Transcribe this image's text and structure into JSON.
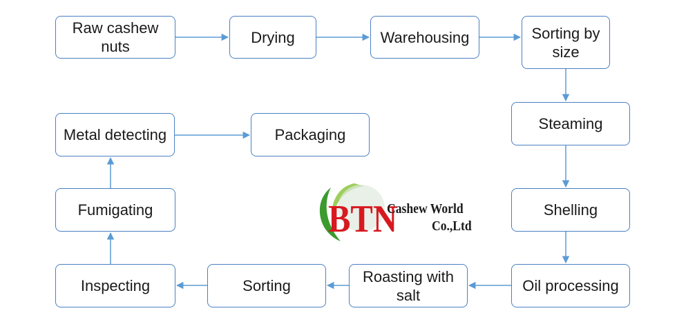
{
  "nodes": {
    "raw": "Raw cashew nuts",
    "drying": "Drying",
    "warehousing": "Warehousing",
    "sorting_size": "Sorting by size",
    "steaming": "Steaming",
    "shelling": "Shelling",
    "oil": "Oil processing",
    "roasting": "Roasting with salt",
    "sorting": "Sorting",
    "inspecting": "Inspecting",
    "fumigating": "Fumigating",
    "metal": "Metal detecting",
    "packaging": "Packaging"
  },
  "logo": {
    "mark": "BTN",
    "name": "Cashew World",
    "company": "Co.,Ltd"
  },
  "colors": {
    "box_border": "#4a7fc1",
    "arrow": "#5b9bd5",
    "logo_red": "#d71920",
    "logo_green": "#3c9a2f"
  }
}
